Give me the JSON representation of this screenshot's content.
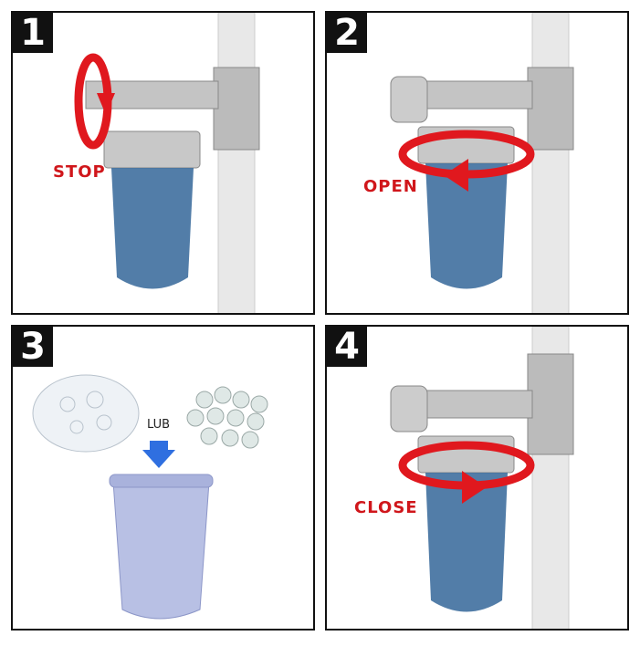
{
  "steps": [
    {
      "number": "1",
      "label": "STOP"
    },
    {
      "number": "2",
      "label": "OPEN"
    },
    {
      "number": "3",
      "label": "LUB"
    },
    {
      "number": "4",
      "label": "CLOSE"
    }
  ],
  "colors": {
    "arrow": "#e0181e",
    "filter_blue": "#3f6f9f",
    "pipe": "#e6e6e6",
    "metal": "#b8b8b8",
    "lub_arrow": "#2f6fe0"
  }
}
